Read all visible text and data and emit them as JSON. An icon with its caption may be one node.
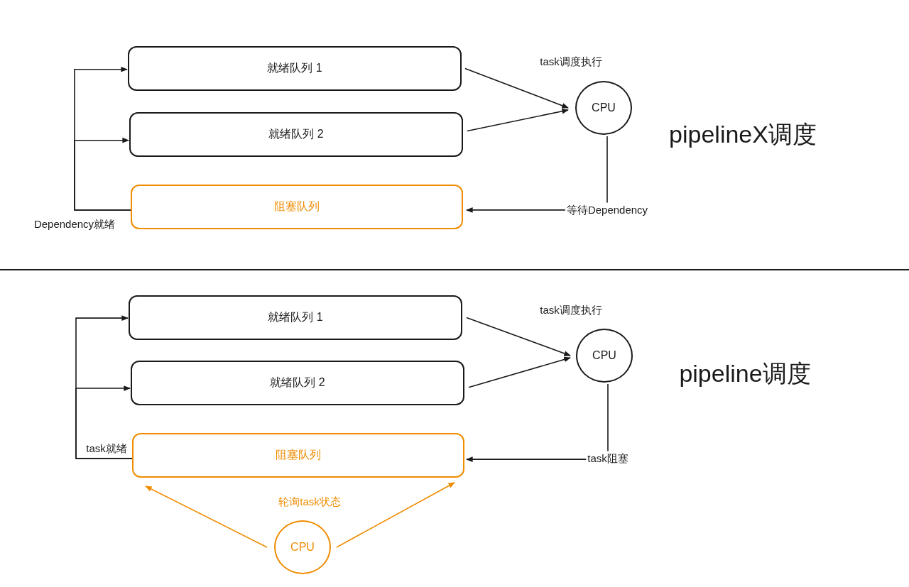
{
  "diagram": {
    "nodes": [
      {
        "text": [
          "就绪队列 1"
        ]
      },
      {
        "text": [
          "就绪队列 2"
        ]
      },
      {
        "text": [
          "阻塞队列"
        ]
      },
      {
        "text": [
          "CPU"
        ],
        "beside": [
          "task调度执行"
        ]
      },
      {
        "text": [
          "就绪队列 1"
        ]
      },
      {
        "text": [
          "就绪队列 2"
        ]
      },
      {
        "text": [
          "阻塞队列"
        ]
      },
      {
        "text": [
          "CPU"
        ],
        "beside": [
          "task调度执行"
        ]
      },
      {
        "text": [
          "CPU"
        ],
        "beside": [
          "轮询task状态"
        ]
      }
    ],
    "edges": [
      {
        "from": 0,
        "to": 3,
        "arrow": "to"
      },
      {
        "from": 1,
        "to": 3,
        "arrow": "to"
      },
      {
        "from": 3,
        "to": 2,
        "arrow": "to",
        "label": "等待Dependency"
      },
      {
        "from": 2,
        "to": 0,
        "arrow": "to",
        "label": "Dependency就绪"
      },
      {
        "from": 2,
        "to": 1,
        "arrow": "to"
      },
      {
        "from": 4,
        "to": 7,
        "arrow": "to"
      },
      {
        "from": 5,
        "to": 7,
        "arrow": "to"
      },
      {
        "from": 7,
        "to": 6,
        "arrow": "to",
        "label": "task阻塞"
      },
      {
        "from": 6,
        "to": 4,
        "arrow": "to",
        "label": "task就绪"
      },
      {
        "from": 6,
        "to": 5,
        "arrow": "to"
      },
      {
        "from": 8,
        "to": 6,
        "arrow": "to",
        "color": "#f08c00"
      },
      {
        "from": 8,
        "to": 6,
        "arrow": "to",
        "color": "#f08c00"
      }
    ],
    "labels": [
      "pipelineX调度",
      "pipeline调度"
    ]
  }
}
